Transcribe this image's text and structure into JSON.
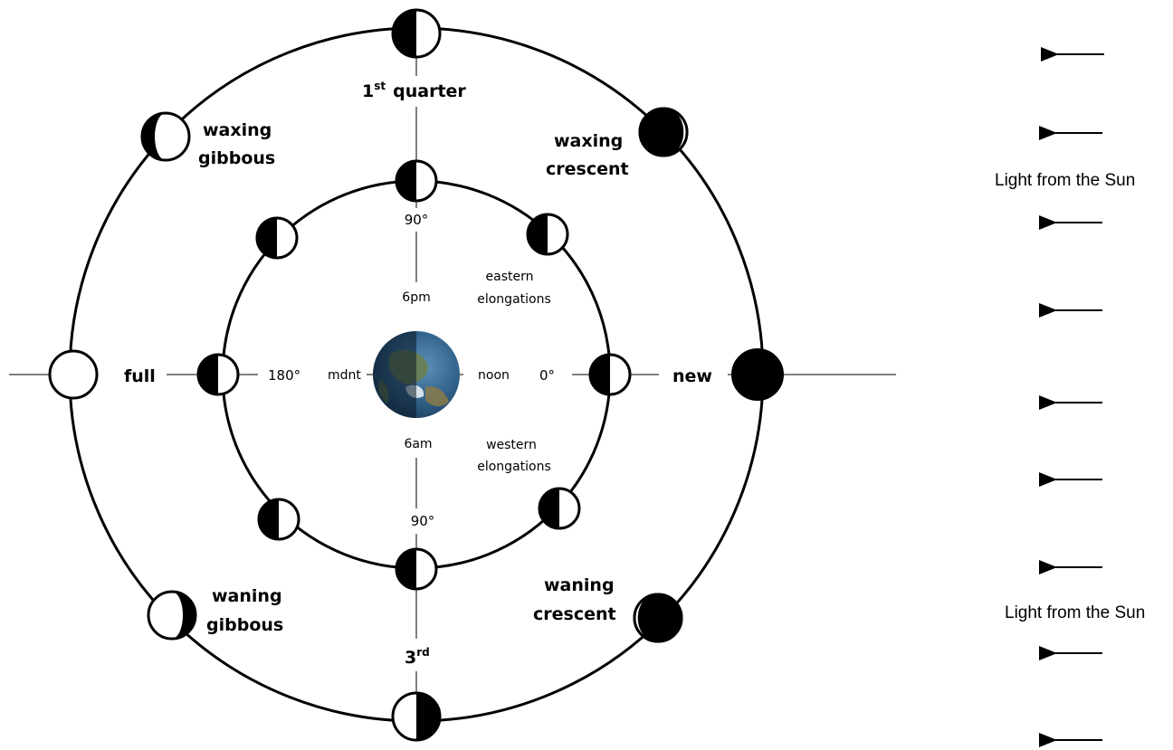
{
  "outer_labels": {
    "first_quarter_num": "1",
    "first_quarter_sup": "st",
    "first_quarter_word": "quarter",
    "waxing_gibbous_1": "waxing",
    "waxing_gibbous_2": "gibbous",
    "waxing_crescent_1": "waxing",
    "waxing_crescent_2": "crescent",
    "full": "full",
    "new": "new",
    "waning_gibbous_1": "waning",
    "waning_gibbous_2": "gibbous",
    "waning_crescent_1": "waning",
    "waning_crescent_2": "crescent",
    "third_num": "3",
    "third_sup": "rd"
  },
  "inner_labels": {
    "deg_top": "90°",
    "deg_bottom": "90°",
    "deg_left": "180°",
    "deg_right": "0°",
    "six_pm": "6pm",
    "six_am": "6am",
    "mdnt": "mdnt",
    "noon": "noon",
    "eastern_1": "eastern",
    "eastern_2": "elongations",
    "western_1": "western",
    "western_2": "elongations"
  },
  "sun_labels": {
    "top": "Light from the Sun",
    "bottom": "Light from the Sun"
  },
  "colors": {
    "ink": "#000000",
    "paper": "#ffffff",
    "earth_ocean": "#2f5f86",
    "earth_land": "#6b7f4a",
    "earth_night": "#1a2a3d"
  }
}
